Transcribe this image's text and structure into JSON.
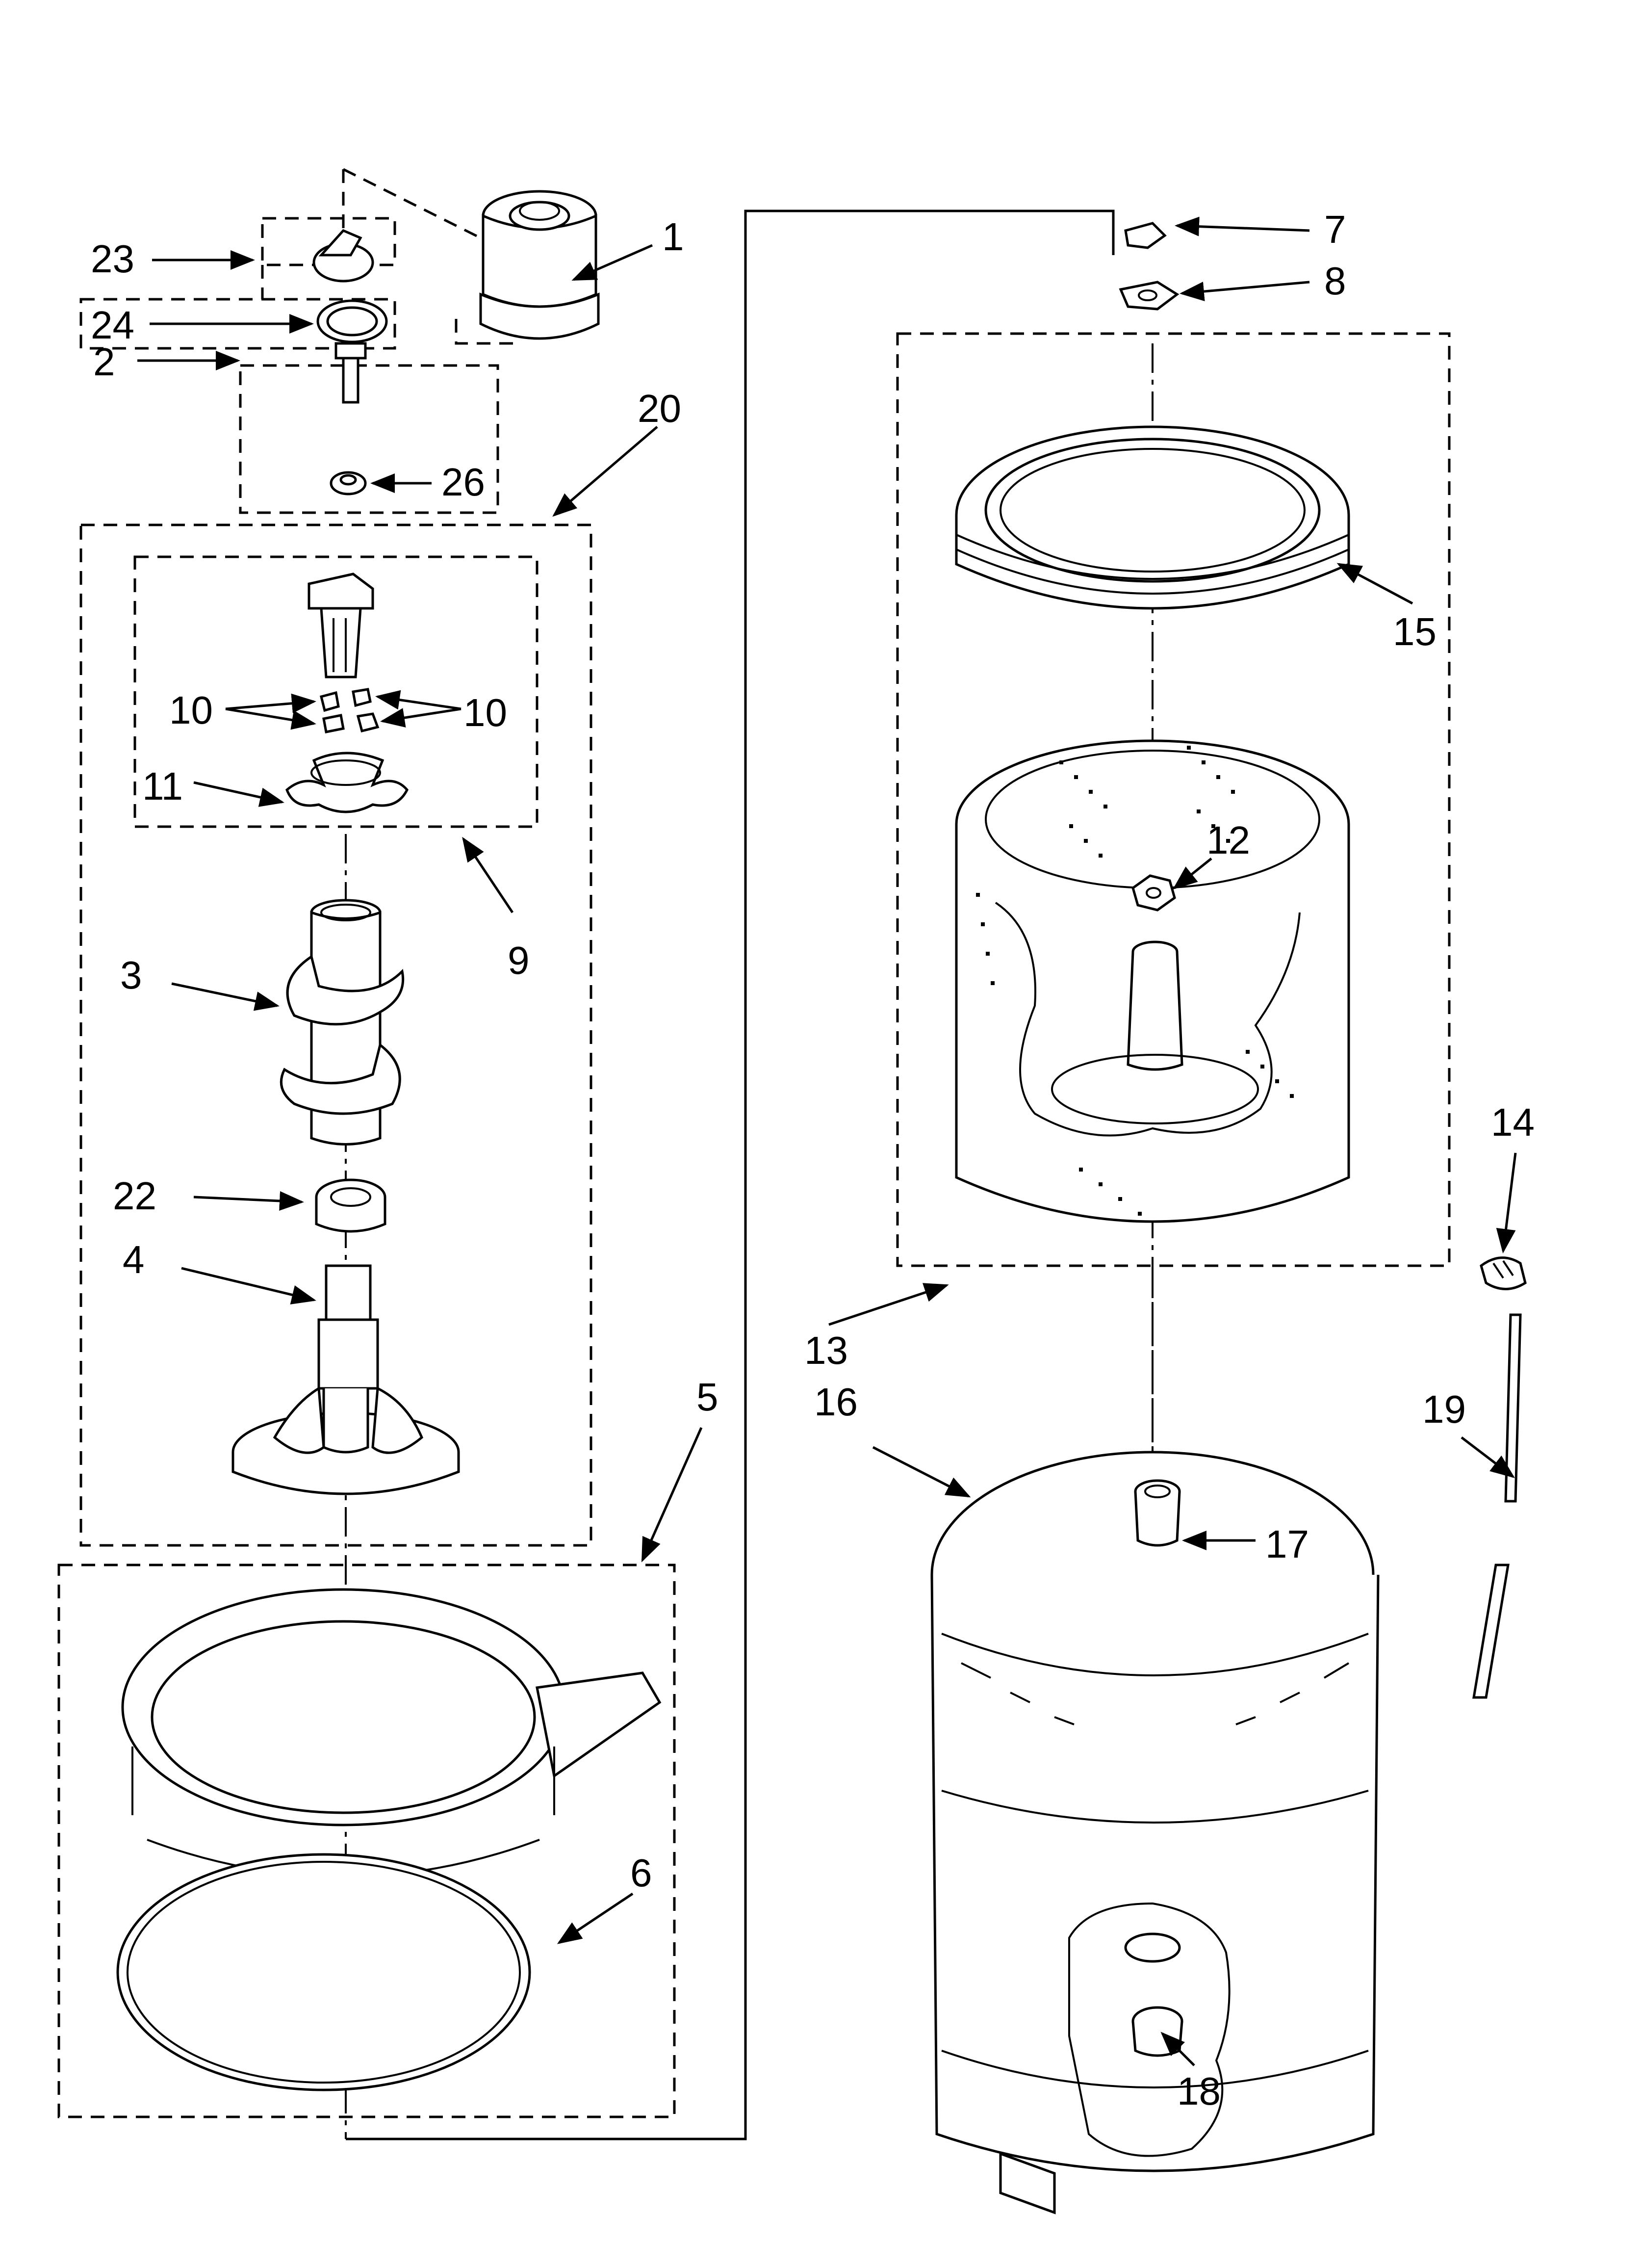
{
  "diagram": {
    "type": "exploded parts diagram",
    "callouts": [
      "1",
      "2",
      "3",
      "4",
      "5",
      "6",
      "7",
      "8",
      "9",
      "10",
      "10",
      "11",
      "12",
      "13",
      "14",
      "15",
      "16",
      "17",
      "18",
      "19",
      "20",
      "22",
      "23",
      "24",
      "26"
    ]
  },
  "labels": {
    "c1": "1",
    "c2": "2",
    "c3": "3",
    "c4": "4",
    "c5": "5",
    "c6": "6",
    "c7": "7",
    "c8": "8",
    "c9": "9",
    "c10a": "10",
    "c10b": "10",
    "c11": "11",
    "c12": "12",
    "c13": "13",
    "c14": "14",
    "c15": "15",
    "c16": "16",
    "c17": "17",
    "c18": "18",
    "c19": "19",
    "c20": "20",
    "c22": "22",
    "c23": "23",
    "c24": "24",
    "c26": "26"
  }
}
